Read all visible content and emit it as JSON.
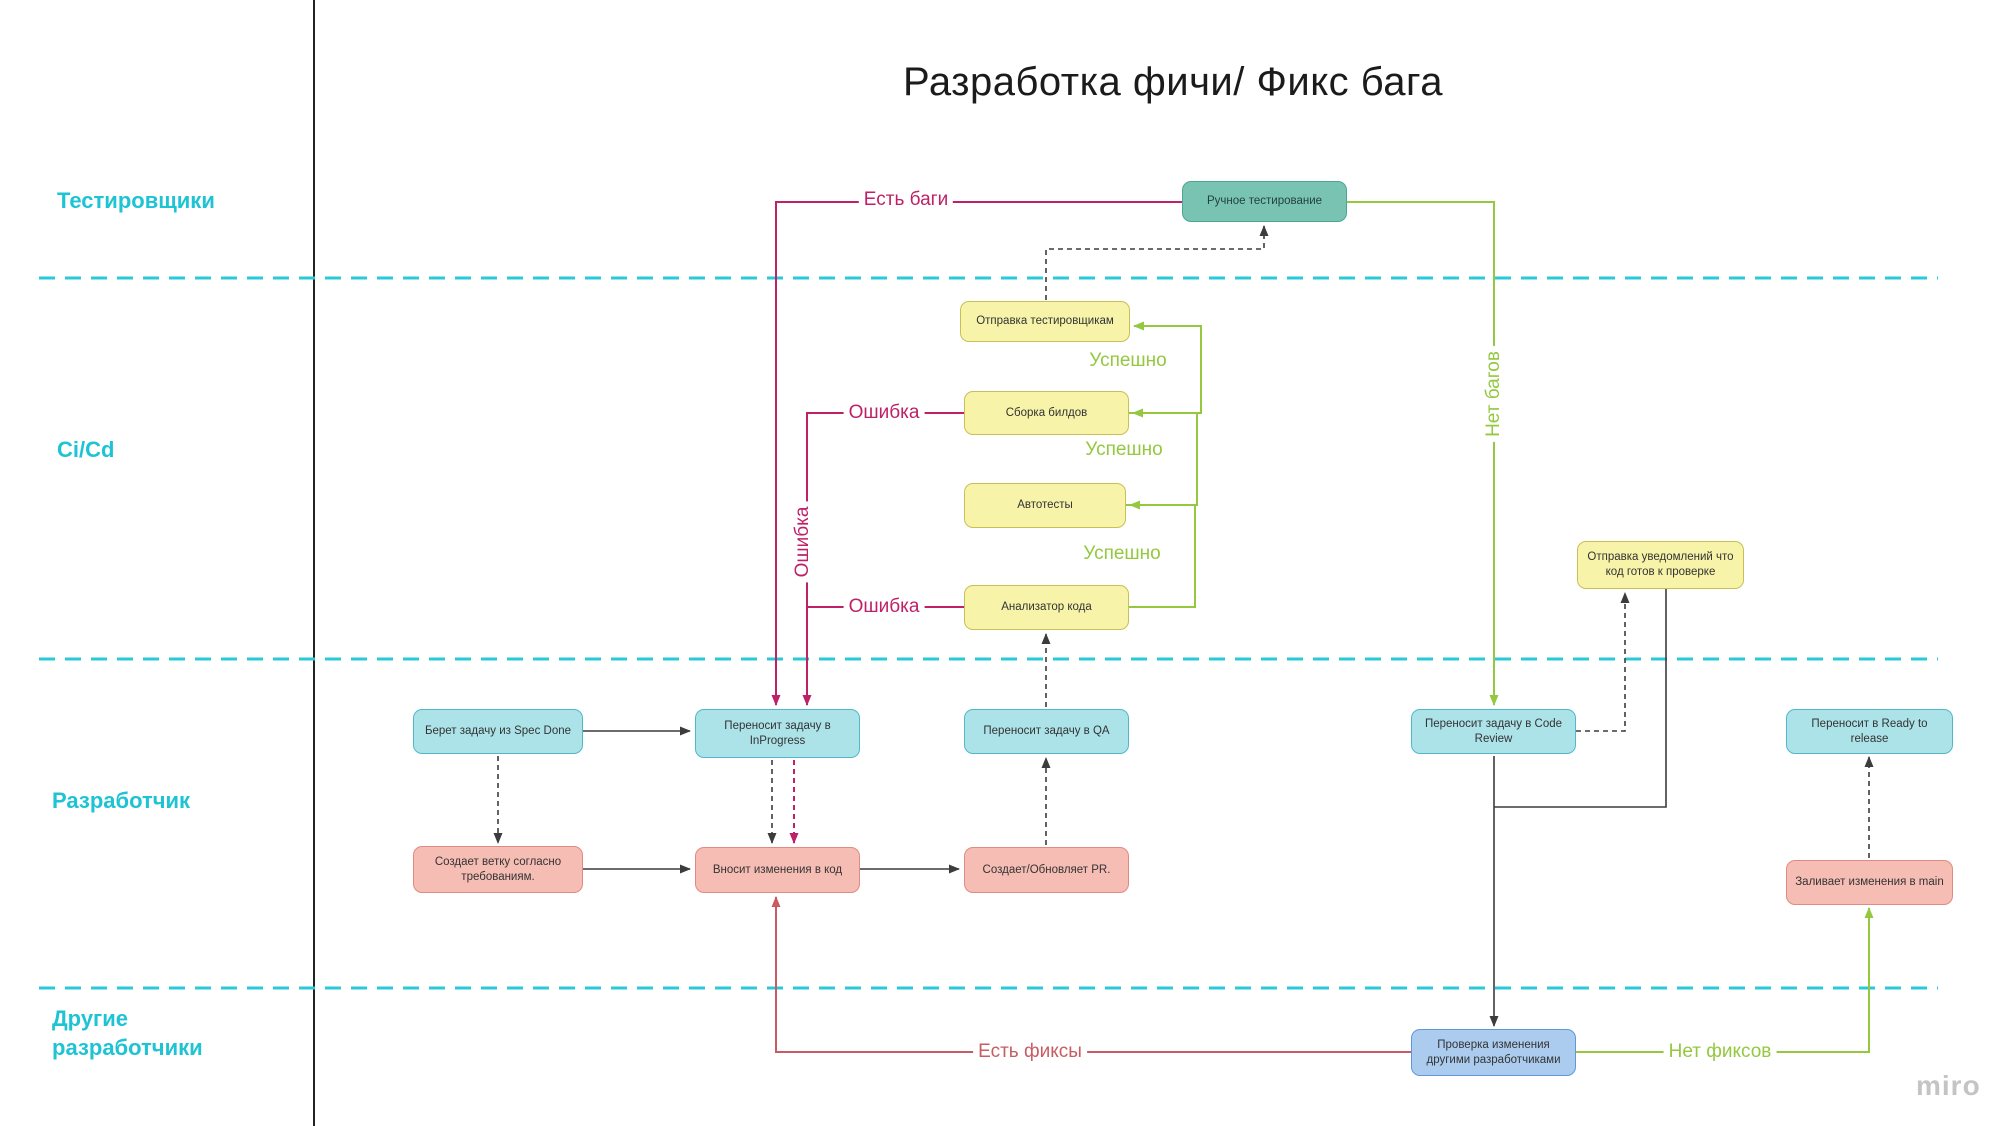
{
  "title": "Разработка фичи/ Фикс бага",
  "watermark": "miro",
  "lanes": {
    "testers": "Тестировщики",
    "cicd": "Ci/Cd",
    "developer": "Разработчик",
    "other_devs": "Другие разработчики"
  },
  "nodes": {
    "manual_testing": "Ручное тестирование",
    "send_to_testers": "Отправка тестировщикам",
    "build_assembly": "Сборка билдов",
    "autotests": "Автотесты",
    "code_analyzer": "Анализатор кода",
    "notify_code_ready": "Отправка уведомлений что код готов к проверке",
    "take_task_spec_done": "Берет задачу из Spec Done",
    "move_task_inprogress": "Переносит задачу в InProgress",
    "move_task_qa": "Переносит задачу в QA",
    "move_task_code_review": "Переносит задачу в Code Review",
    "move_ready_to_release": "Переносит в Ready to release",
    "create_branch": "Создает ветку согласно требованиям.",
    "edit_code": "Вносит изменения в код",
    "create_update_pr": "Создает/Обновляет PR.",
    "push_to_main": "Заливает изменения в main",
    "peer_review": "Проверка изменения другими разработчиками"
  },
  "edge_labels": {
    "has_bugs": "Есть баги",
    "no_bugs": "Нет багов",
    "error_from_build": "Ошибка",
    "error_from_analyzer": "Ошибка",
    "error_vertical": "Ошибка",
    "success_build_to_testers": "Успешно",
    "success_autotests_to_build": "Успешно",
    "success_analyzer_to_autotests": "Успешно",
    "has_fixes": "Есть фиксы",
    "no_fixes": "Нет фиксов"
  },
  "edges": [
    {
      "from": "manual_testing",
      "to": "move_task_inprogress",
      "label": "Есть баги",
      "style": "solid",
      "color": "#BE2168"
    },
    {
      "from": "manual_testing",
      "to": "move_task_code_review",
      "label": "Нет багов",
      "style": "solid",
      "color": "#94C83F"
    },
    {
      "from": "build_assembly",
      "to": "move_task_inprogress",
      "label": "Ошибка",
      "style": "solid",
      "color": "#BE2168"
    },
    {
      "from": "code_analyzer",
      "to": "move_task_inprogress",
      "label": "Ошибка",
      "style": "solid",
      "color": "#BE2168"
    },
    {
      "from": "build_assembly",
      "to": "send_to_testers",
      "label": "Успешно",
      "style": "solid",
      "color": "#94C83F"
    },
    {
      "from": "autotests",
      "to": "build_assembly",
      "label": "Успешно",
      "style": "solid",
      "color": "#94C83F"
    },
    {
      "from": "code_analyzer",
      "to": "autotests",
      "label": "Успешно",
      "style": "solid",
      "color": "#94C83F"
    },
    {
      "from": "send_to_testers",
      "to": "manual_testing",
      "label": "",
      "style": "dashed",
      "color": "#3c3c3c"
    },
    {
      "from": "take_task_spec_done",
      "to": "move_task_inprogress",
      "label": "",
      "style": "solid",
      "color": "#3c3c3c"
    },
    {
      "from": "take_task_spec_done",
      "to": "create_branch",
      "label": "",
      "style": "dashed",
      "color": "#3c3c3c"
    },
    {
      "from": "move_task_inprogress",
      "to": "edit_code",
      "label": "",
      "style": "dashed",
      "color": "#3c3c3c"
    },
    {
      "from": "move_task_inprogress",
      "to": "edit_code",
      "label": "",
      "style": "dashed",
      "color": "#BE2168"
    },
    {
      "from": "create_branch",
      "to": "edit_code",
      "label": "",
      "style": "solid",
      "color": "#3c3c3c"
    },
    {
      "from": "edit_code",
      "to": "create_update_pr",
      "label": "",
      "style": "solid",
      "color": "#3c3c3c"
    },
    {
      "from": "create_update_pr",
      "to": "move_task_qa",
      "label": "",
      "style": "dashed",
      "color": "#3c3c3c"
    },
    {
      "from": "move_task_qa",
      "to": "code_analyzer",
      "label": "",
      "style": "dashed",
      "color": "#3c3c3c"
    },
    {
      "from": "move_task_code_review",
      "to": "notify_code_ready",
      "label": "",
      "style": "dashed",
      "color": "#3c3c3c"
    },
    {
      "from": "notify_code_ready",
      "to": "peer_review",
      "label": "",
      "style": "solid",
      "color": "#3c3c3c"
    },
    {
      "from": "peer_review",
      "to": "edit_code",
      "label": "Есть фиксы",
      "style": "solid",
      "color": "#C75D64"
    },
    {
      "from": "peer_review",
      "to": "push_to_main",
      "label": "Нет фиксов",
      "style": "solid",
      "color": "#94C83F"
    },
    {
      "from": "push_to_main",
      "to": "move_ready_to_release",
      "label": "",
      "style": "dashed",
      "color": "#3c3c3c"
    }
  ],
  "colors": {
    "lane_accent": "#1EC3D4",
    "lane_divider": "#2BC8D8",
    "crimson_flow": "#BE2168",
    "red_flow": "#C75D64",
    "green_flow": "#94C83F",
    "black_flow": "#3c3c3c",
    "node_teal_fill": "#79C3B2",
    "node_yellow_fill": "#F7F4A9",
    "node_cyan_fill": "#ACE3E9",
    "node_salmon_fill": "#F6BDB4",
    "node_blue_fill": "#ABCCEF"
  }
}
